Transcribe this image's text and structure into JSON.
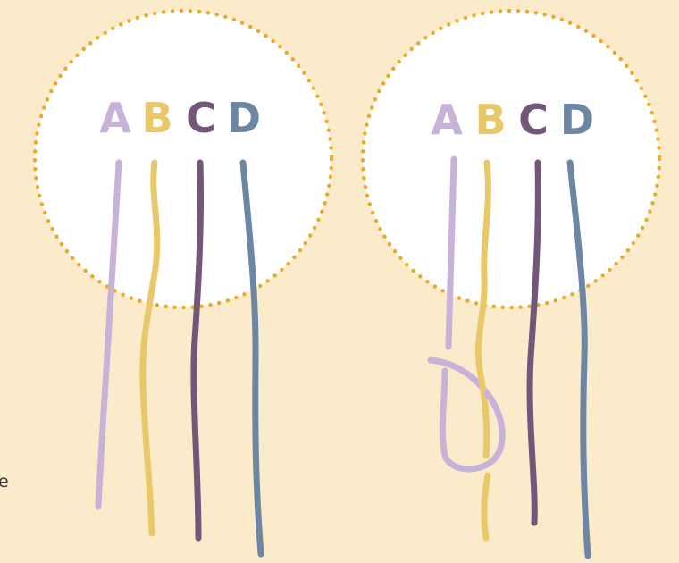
{
  "colors": {
    "background": "#fbebcb",
    "circle_border": "#e7ab2d",
    "circle_fill": "#ffffff",
    "strand_a": "#c8b2d8",
    "strand_b": "#e9c86a",
    "strand_c": "#74567a",
    "strand_d": "#6c86a4"
  },
  "left_panel": {
    "labels": {
      "a": "A",
      "b": "B",
      "c": "C",
      "d": "D"
    }
  },
  "right_panel": {
    "labels": {
      "a": "A",
      "b": "B",
      "c": "C",
      "d": "D"
    }
  },
  "edge_text": "e"
}
